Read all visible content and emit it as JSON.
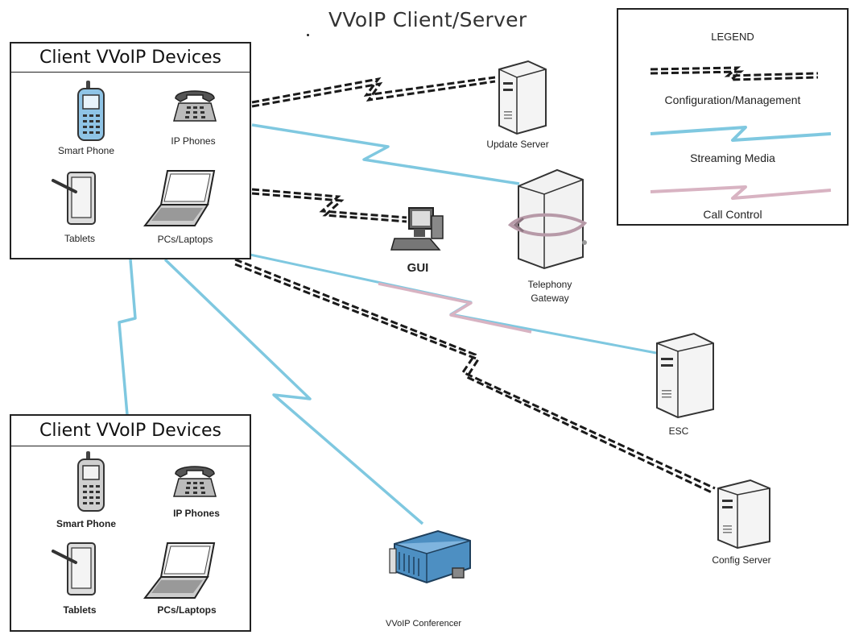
{
  "title": "VVoIP Client/Server",
  "client_groups": [
    {
      "heading": "Client VVoIP Devices",
      "devices": [
        {
          "label": "Smart Phone",
          "icon": "smart-phone-icon"
        },
        {
          "label": "IP Phones",
          "icon": "ip-phone-icon"
        },
        {
          "label": "Tablets",
          "icon": "tablet-icon"
        },
        {
          "label": "PCs/Laptops",
          "icon": "laptop-icon"
        }
      ]
    },
    {
      "heading": "Client VVoIP Devices",
      "devices": [
        {
          "label": "Smart Phone",
          "icon": "smart-phone-icon"
        },
        {
          "label": "IP Phones",
          "icon": "ip-phone-icon"
        },
        {
          "label": "Tablets",
          "icon": "tablet-icon"
        },
        {
          "label": "PCs/Laptops",
          "icon": "laptop-icon"
        }
      ]
    }
  ],
  "nodes": {
    "update_server": {
      "label": "Update Server",
      "icon": "server-icon"
    },
    "gui": {
      "label": "GUI",
      "icon": "desktop-computer-icon"
    },
    "telephony_gateway": {
      "label": "Telephony Gateway",
      "label_line1": "Telephony",
      "label_line2": "Gateway",
      "icon": "gateway-icon"
    },
    "esc": {
      "label": "ESC",
      "icon": "server-icon"
    },
    "config_server": {
      "label": "Config Server",
      "icon": "server-icon"
    },
    "conferencer": {
      "label": "VVoIP Conferencer",
      "icon": "conferencer-icon"
    }
  },
  "legend": {
    "title": "LEGEND",
    "items": [
      {
        "label": "Configuration/Management",
        "style": "dashed-black",
        "color": "#1a1a1a"
      },
      {
        "label": "Streaming Media",
        "style": "solid-blue",
        "color": "#7fc8e0"
      },
      {
        "label": "Call Control",
        "style": "solid-pink",
        "color": "#d8b3c2"
      }
    ]
  },
  "colors": {
    "config_management": "#1a1a1a",
    "streaming_media": "#7fc8e0",
    "call_control": "#d8b3c2",
    "device_blue": "#8fc4e6",
    "conferencer_blue": "#4d8fc2"
  }
}
